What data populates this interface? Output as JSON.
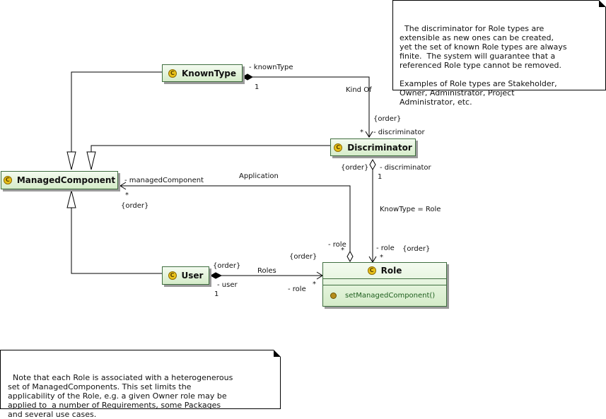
{
  "classes": {
    "known_type": {
      "name": "KnownType",
      "icon": "class-icon"
    },
    "discriminator": {
      "name": "Discriminator",
      "icon": "class-icon"
    },
    "managed_component": {
      "name": "ManagedComponent",
      "icon": "class-icon"
    },
    "user": {
      "name": "User",
      "icon": "class-icon"
    },
    "role": {
      "name": "Role",
      "icon": "class-icon",
      "operations": [
        "setManagedComponent()"
      ]
    }
  },
  "class_icon_letter": "C",
  "labels": {
    "known_type_role": "- knownType",
    "known_type_mult": "1",
    "kind_of": "Kind Of",
    "order_discriminator": "{order}",
    "discriminator_mult": "*",
    "discriminator_role": "- discriminator",
    "order_disc_bottom": "{order}",
    "disc_role_bottom": "- discriminator",
    "disc_mult_bottom": "1",
    "managed_component_role": "- managedComponent",
    "application": "Application",
    "mc_mult": "*",
    "order_mc": "{order}",
    "know_type_role": "KnowType = Role",
    "order_role_left": "{order}",
    "role_left": "- role",
    "role_left_mult": "*",
    "role_right": "- role",
    "role_right_order": "{order}",
    "role_right_mult": "*",
    "user_order": "{order}",
    "roles": "Roles",
    "user_role": "- user",
    "user_mult": "1",
    "role_bottom": "- role",
    "role_bottom_mult": "*"
  },
  "notes": {
    "top": "The discriminator for Role types are\nextensible as new ones can be created,\nyet the set of known Role types are always\nfinite.  The system will guarantee that a\nreferenced Role type cannot be removed.\n\nExamples of Role types are Stakeholder,\nOwner, Administrator, Project\nAdministrator, etc.",
    "bottom": "Note that each Role is associated with a heterogenerous\nset of ManagedComponents. This set limits the\napplicability of the Role, e.g. a given Owner role may be\napplied to  a number of Requirements, some Packages\nand several use cases."
  }
}
